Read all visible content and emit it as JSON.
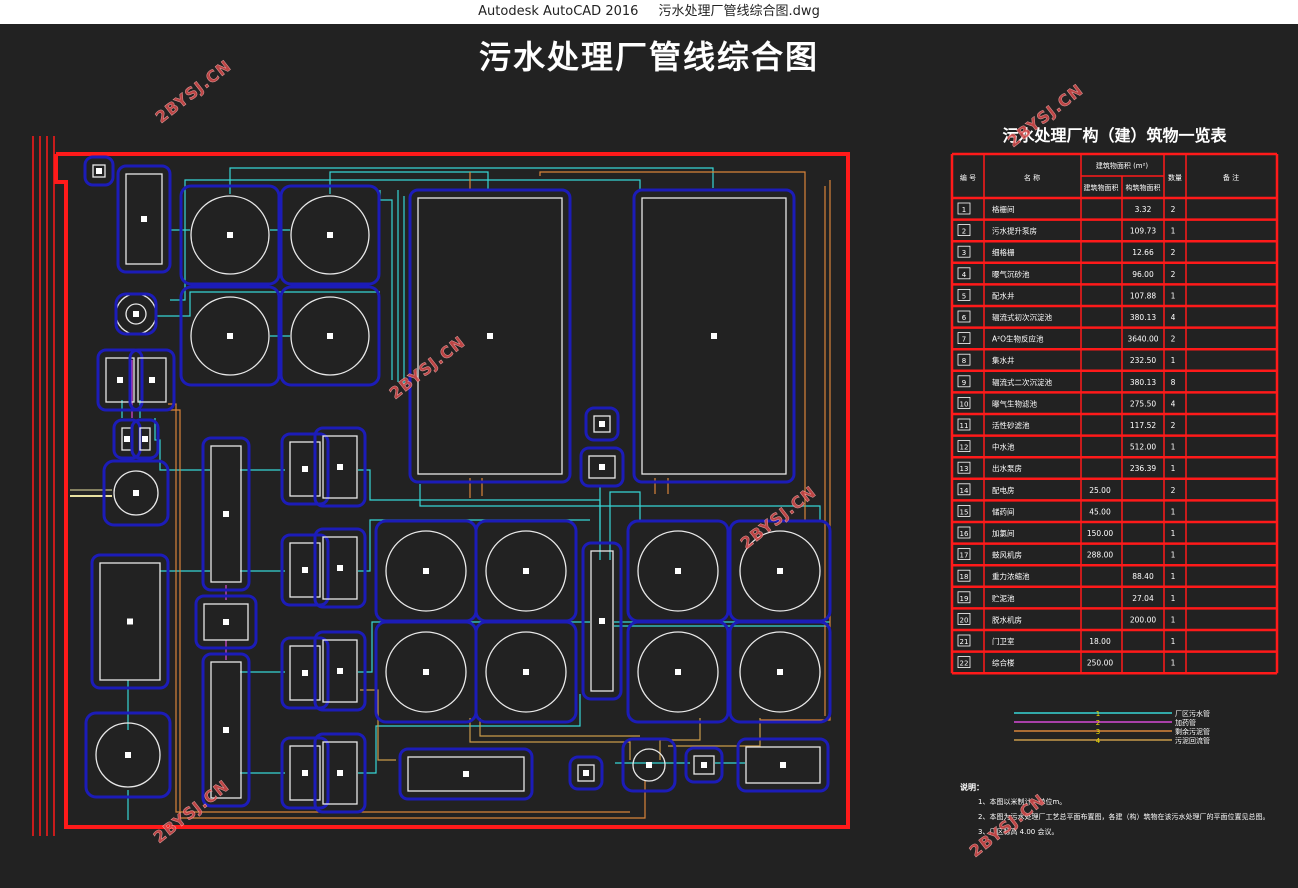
{
  "window": {
    "app": "Autodesk AutoCAD 2016",
    "file": "污水处理厂管线综合图.dwg"
  },
  "drawing_title": "污水处理厂管线综合图",
  "table": {
    "title": "污水处理厂构（建）筑物一览表",
    "headers": {
      "no": "编 号",
      "name": "名          称",
      "area_group": "建筑物面积 (m²)",
      "area_building": "建筑物面积",
      "area_structure": "构筑物面积",
      "qty": "数量",
      "remark": "备          注"
    },
    "rows": [
      {
        "no": "1",
        "name": "格栅间",
        "building": "",
        "structure": "3.32",
        "qty": "2"
      },
      {
        "no": "2",
        "name": "污水提升泵房",
        "building": "",
        "structure": "109.73",
        "qty": "1"
      },
      {
        "no": "3",
        "name": "细格栅",
        "building": "",
        "structure": "12.66",
        "qty": "2"
      },
      {
        "no": "4",
        "name": "曝气沉砂池",
        "building": "",
        "structure": "96.00",
        "qty": "2"
      },
      {
        "no": "5",
        "name": "配水井",
        "building": "",
        "structure": "107.88",
        "qty": "1"
      },
      {
        "no": "6",
        "name": "辐流式初次沉淀池",
        "building": "",
        "structure": "380.13",
        "qty": "4"
      },
      {
        "no": "7",
        "name": "A²O生物反应池",
        "building": "",
        "structure": "3640.00",
        "qty": "2"
      },
      {
        "no": "8",
        "name": "集水井",
        "building": "",
        "structure": "232.50",
        "qty": "1"
      },
      {
        "no": "9",
        "name": "辐流式二次沉淀池",
        "building": "",
        "structure": "380.13",
        "qty": "8"
      },
      {
        "no": "10",
        "name": "曝气生物滤池",
        "building": "",
        "structure": "275.50",
        "qty": "4"
      },
      {
        "no": "11",
        "name": "活性砂滤池",
        "building": "",
        "structure": "117.52",
        "qty": "2"
      },
      {
        "no": "12",
        "name": "中水池",
        "building": "",
        "structure": "512.00",
        "qty": "1"
      },
      {
        "no": "13",
        "name": "出水泵房",
        "building": "",
        "structure": "236.39",
        "qty": "1"
      },
      {
        "no": "14",
        "name": "配电房",
        "building": "25.00",
        "structure": "",
        "qty": "2"
      },
      {
        "no": "15",
        "name": "储药间",
        "building": "45.00",
        "structure": "",
        "qty": "1"
      },
      {
        "no": "16",
        "name": "加氯间",
        "building": "150.00",
        "structure": "",
        "qty": "1"
      },
      {
        "no": "17",
        "name": "鼓风机房",
        "building": "288.00",
        "structure": "",
        "qty": "1"
      },
      {
        "no": "18",
        "name": "重力浓缩池",
        "building": "",
        "structure": "88.40",
        "qty": "1"
      },
      {
        "no": "19",
        "name": "贮泥池",
        "building": "",
        "structure": "27.04",
        "qty": "1"
      },
      {
        "no": "20",
        "name": "脱水机房",
        "building": "",
        "structure": "200.00",
        "qty": "1"
      },
      {
        "no": "21",
        "name": "门卫室",
        "building": "18.00",
        "structure": "",
        "qty": "1"
      },
      {
        "no": "22",
        "name": "综合楼",
        "building": "250.00",
        "structure": "",
        "qty": "1"
      }
    ]
  },
  "legend": [
    {
      "num": "1",
      "label": "厂区污水管",
      "color": "#37d6d6"
    },
    {
      "num": "2",
      "label": "加药管",
      "color": "#d64ad6"
    },
    {
      "num": "3",
      "label": "剩余污泥管",
      "color": "#d8843a"
    },
    {
      "num": "4",
      "label": "污泥回流管",
      "color": "#c89a4a"
    }
  ],
  "notes": {
    "title": "说明：",
    "items": [
      "1、本图以米制计，单位m。",
      "2、本图为污水处理厂工艺总平面布置图，各建（构）筑物在该污水处理厂的平面位置见总图。",
      "3、厂区标高 4.00 会议。"
    ]
  },
  "watermark": "2BYSJ.CN",
  "colors": {
    "boundary": "#ff1a1a",
    "outline": "#e8e8e8",
    "glow": "#1c1cb8",
    "sewage": "#37d6d6",
    "dosing": "#d64ad6",
    "sludge": "#d8843a",
    "return": "#c89a4a",
    "table_line": "#ff1a1a"
  }
}
